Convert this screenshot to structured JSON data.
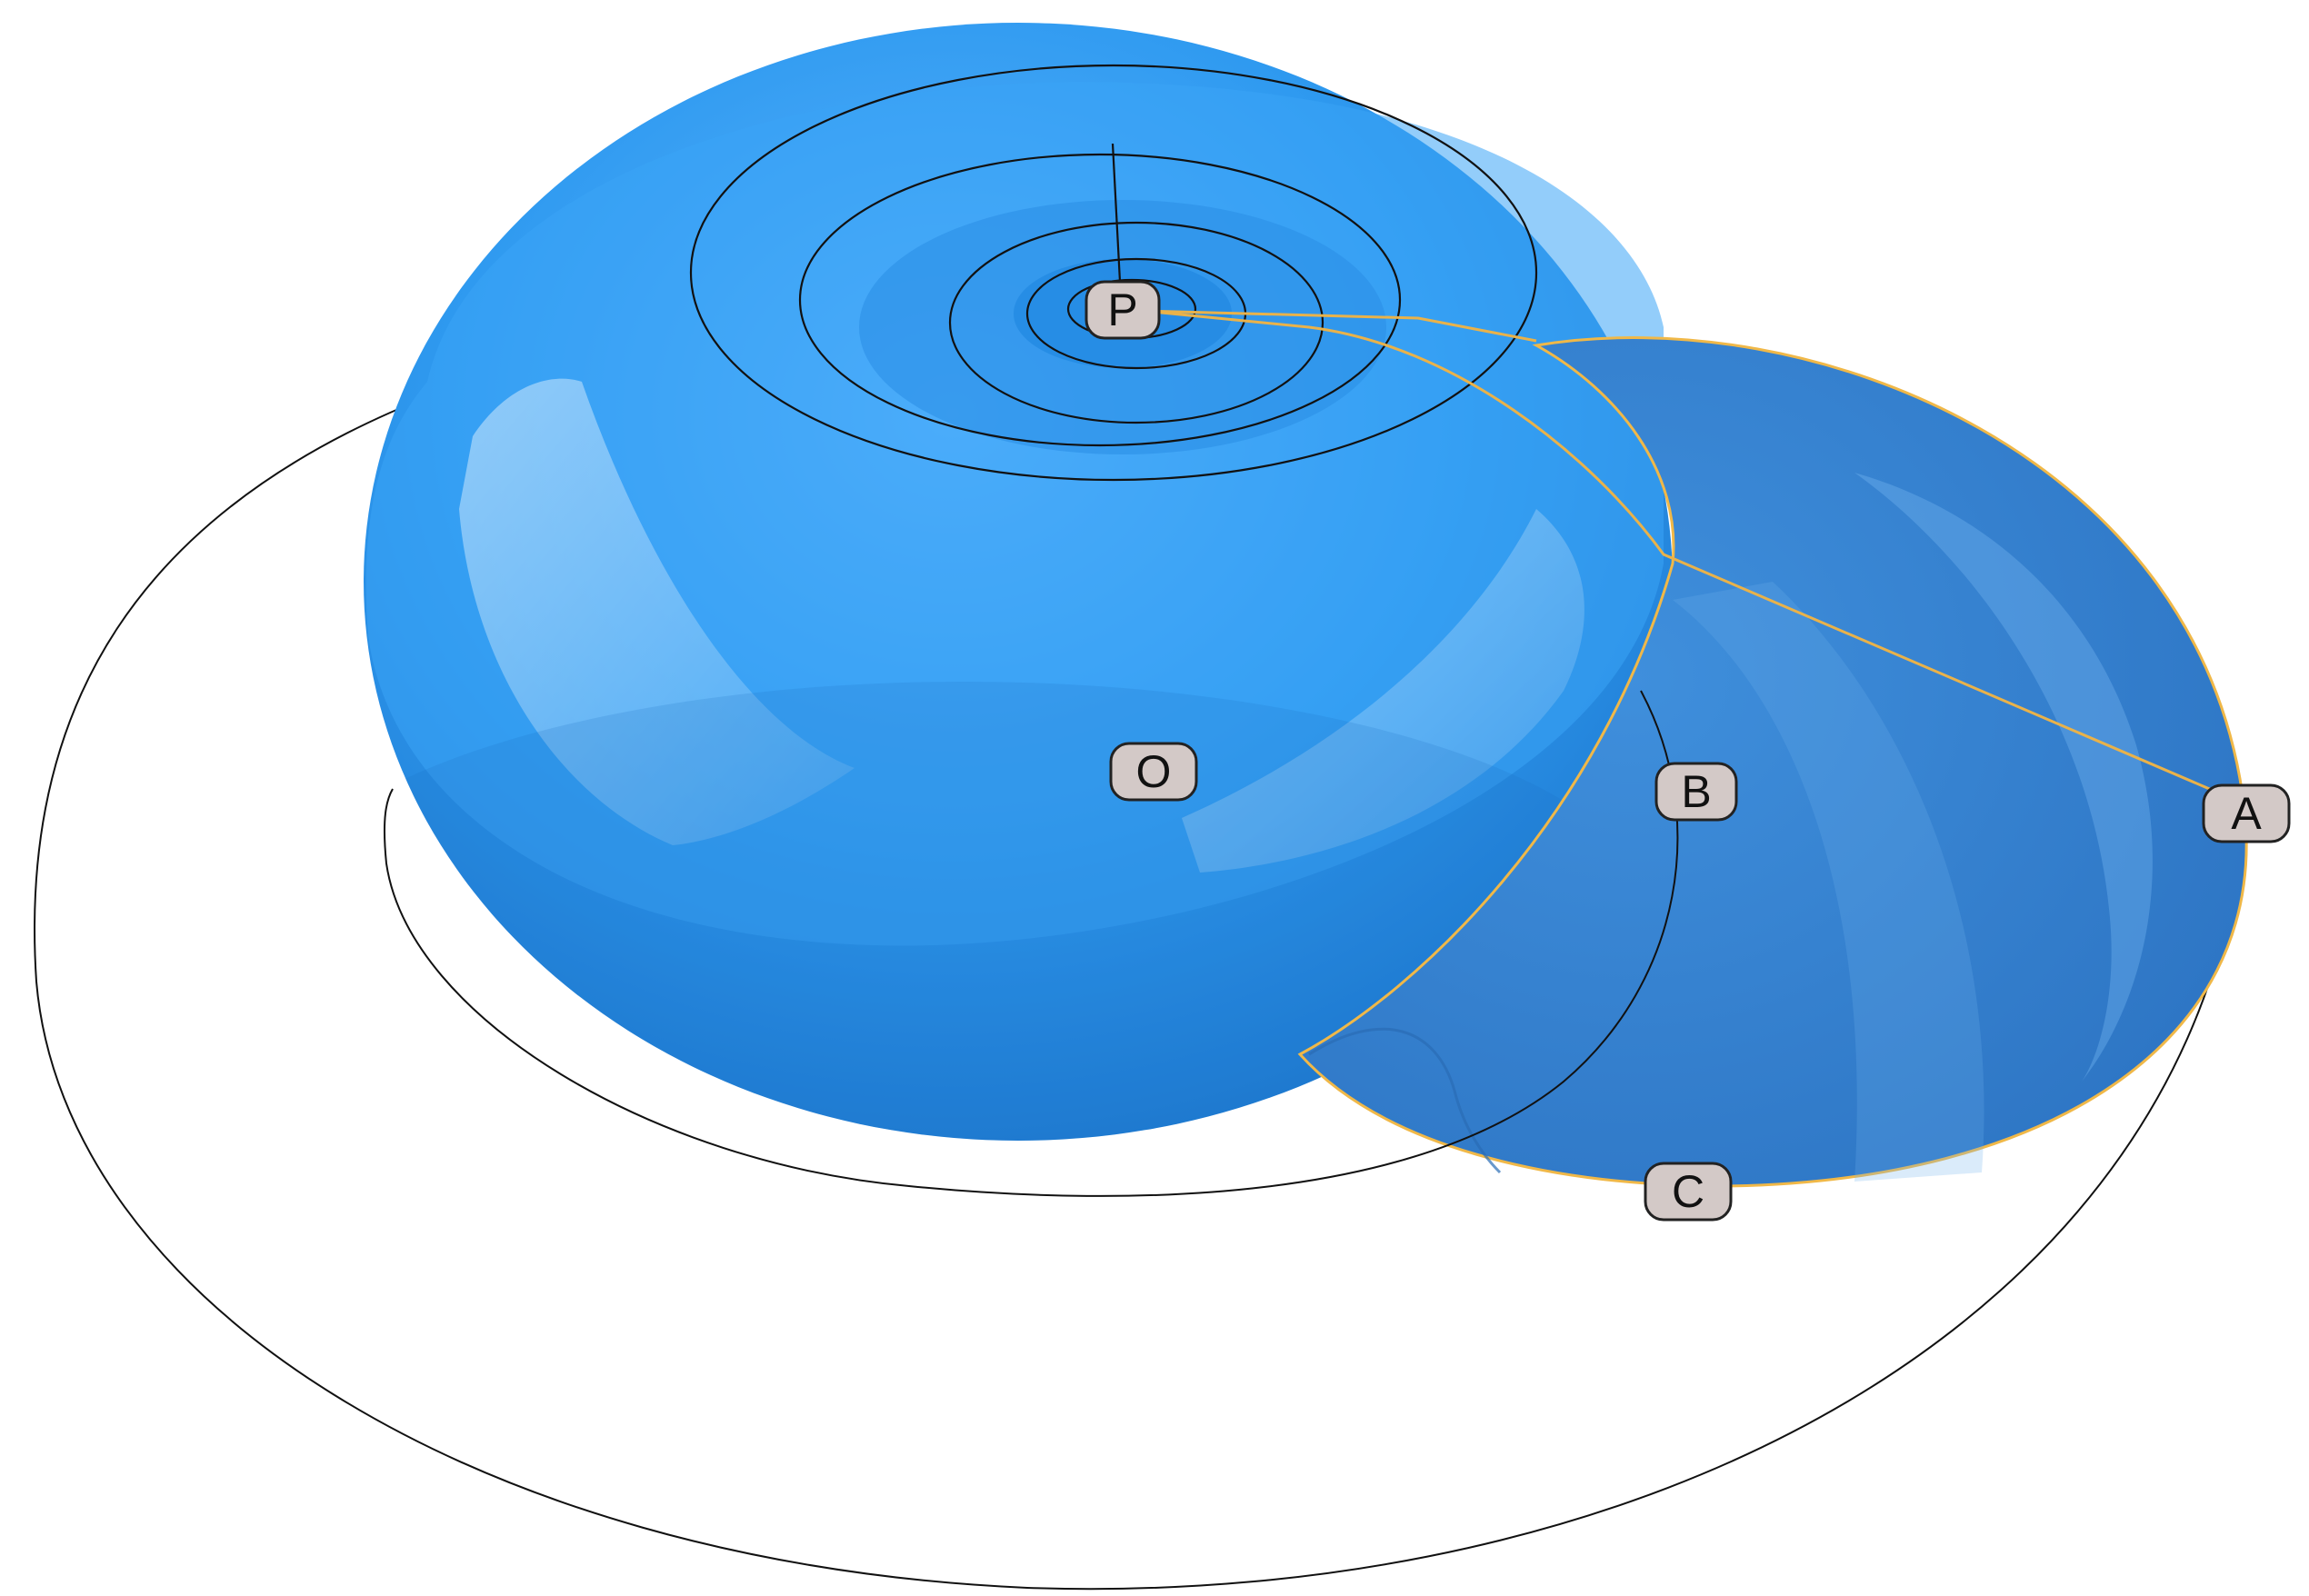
{
  "diagram": {
    "points": [
      {
        "id": "P",
        "label": "P"
      },
      {
        "id": "O",
        "label": "O"
      },
      {
        "id": "B",
        "label": "B"
      },
      {
        "id": "A",
        "label": "A"
      },
      {
        "id": "C",
        "label": "C"
      }
    ]
  },
  "colors": {
    "shell": "#2f9af0",
    "shell_dark": "#1f7fd8",
    "shell_light": "#8cc8ff",
    "aperture": "#3d86d2",
    "aperture_edge": "#f0b848",
    "curve": "#111111",
    "label_fill": "#d3c9c7",
    "label_stroke": "#222222"
  }
}
